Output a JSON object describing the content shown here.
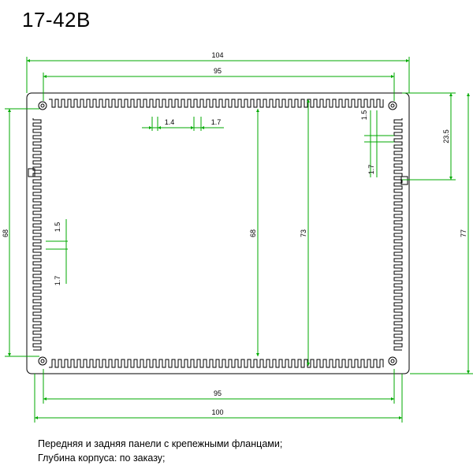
{
  "title": "17-42B",
  "dimensions": {
    "top_outer_width": "104",
    "top_inner_width": "95",
    "bottom_inner_width": "95",
    "bottom_outer_width": "100",
    "left_height": "68",
    "center_height_68": "68",
    "center_height_73": "73",
    "right_partial_height": "23.5",
    "right_total_height": "77",
    "fin_gap": "1.4",
    "fin_width": "1.7",
    "right_fin_pitch": "1.5",
    "right_fin_width": "1.7",
    "left_fin_pitch": "1.5",
    "left_fin_width": "1.7"
  },
  "notes": {
    "line1": "Передняя и задняя панели с крепежными фланцами;",
    "line2": "Глубина корпуса: по заказу;"
  },
  "colors": {
    "dimension": "#00aa00",
    "outline": "#000000"
  }
}
